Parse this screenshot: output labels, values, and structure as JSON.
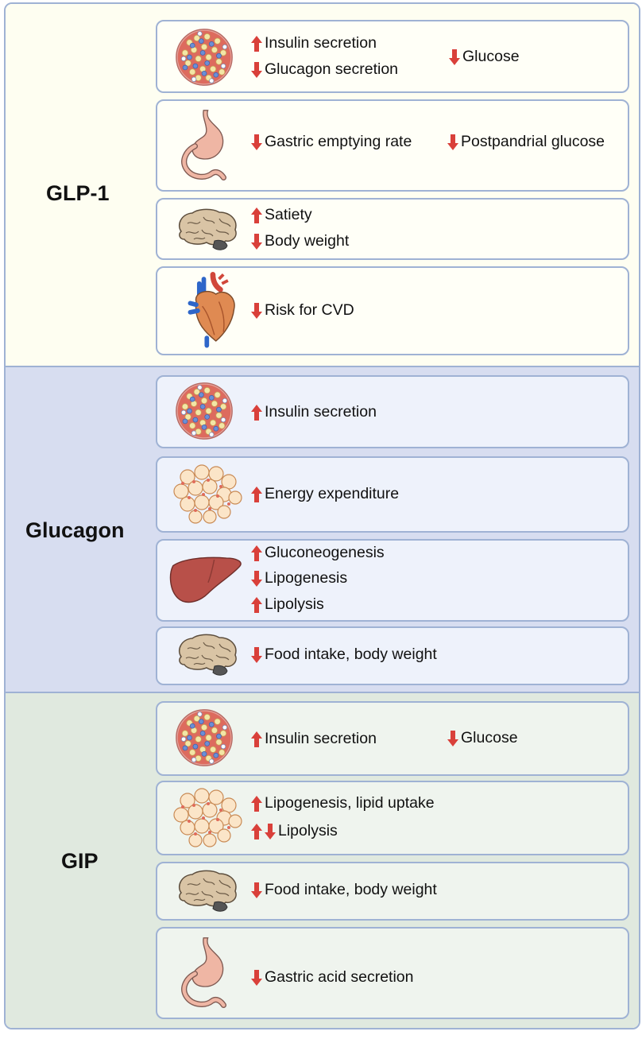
{
  "sections": {
    "glp1": {
      "title": "GLP-1",
      "rows": [
        {
          "icon": "pancreatic-islet-icon",
          "lines": [
            {
              "dir": "up",
              "text": "Insulin secretion"
            },
            {
              "dir": "down",
              "text": "Glucagon secretion"
            },
            {
              "dir": "down",
              "text": "Glucose"
            }
          ]
        },
        {
          "icon": "stomach-icon",
          "lines": [
            {
              "dir": "down",
              "text": "Gastric emptying rate"
            },
            {
              "dir": "down",
              "text": "Postpandrial glucose"
            }
          ]
        },
        {
          "icon": "brain-icon",
          "lines": [
            {
              "dir": "up",
              "text": "Satiety"
            },
            {
              "dir": "down",
              "text": "Body weight"
            }
          ]
        },
        {
          "icon": "heart-icon",
          "lines": [
            {
              "dir": "down",
              "text": "Risk for CVD"
            }
          ]
        }
      ]
    },
    "glucagon": {
      "title": "Glucagon",
      "rows": [
        {
          "icon": "pancreatic-islet-icon",
          "lines": [
            {
              "dir": "up",
              "text": "Insulin secretion"
            }
          ]
        },
        {
          "icon": "adipose-tissue-icon",
          "lines": [
            {
              "dir": "up",
              "text": "Energy expenditure"
            }
          ]
        },
        {
          "icon": "liver-icon",
          "lines": [
            {
              "dir": "up",
              "text": "Gluconeogenesis"
            },
            {
              "dir": "down",
              "text": "Lipogenesis"
            },
            {
              "dir": "up",
              "text": "Lipolysis"
            }
          ]
        },
        {
          "icon": "brain-icon",
          "lines": [
            {
              "dir": "down",
              "text": "Food intake, body weight"
            }
          ]
        }
      ]
    },
    "gip": {
      "title": "GIP",
      "rows": [
        {
          "icon": "pancreatic-islet-icon",
          "lines": [
            {
              "dir": "up",
              "text": "Insulin secretion"
            },
            {
              "dir": "down",
              "text": "Glucose"
            }
          ]
        },
        {
          "icon": "adipose-tissue-icon",
          "lines": [
            {
              "dir": "up",
              "text": "Lipogenesis, lipid uptake"
            },
            {
              "dir": "up-down",
              "text": "Lipolysis"
            }
          ]
        },
        {
          "icon": "brain-icon",
          "lines": [
            {
              "dir": "down",
              "text": "Food intake, body weight"
            }
          ]
        },
        {
          "icon": "stomach-icon",
          "lines": [
            {
              "dir": "down",
              "text": "Gastric acid secretion"
            }
          ]
        }
      ]
    }
  },
  "colors": {
    "arrow": "#d9403a",
    "border": "#9fb2d4",
    "glp1_bg": "#fefef1",
    "glucagon_bg": "#d7ddf0",
    "gip_bg": "#e0e9df"
  }
}
